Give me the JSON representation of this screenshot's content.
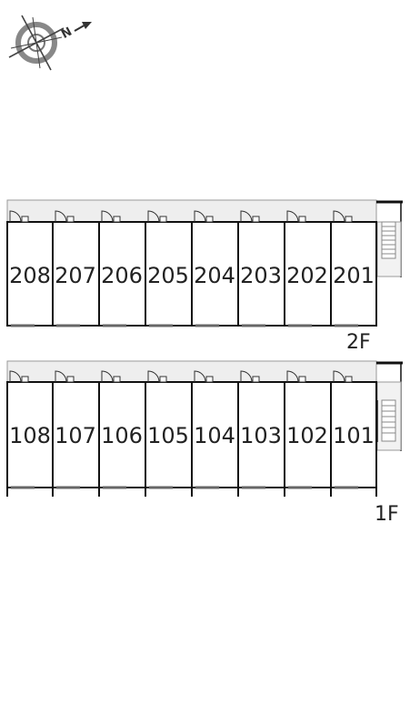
{
  "compass": {
    "icon": "north-compass-icon",
    "north_label": "N"
  },
  "floors": [
    {
      "id": "floor-2",
      "label": "2F",
      "units": [
        "208",
        "207",
        "206",
        "205",
        "204",
        "203",
        "202",
        "201"
      ],
      "stair": "stair-2f"
    },
    {
      "id": "floor-1",
      "label": "1F",
      "units": [
        "108",
        "107",
        "106",
        "105",
        "104",
        "103",
        "102",
        "101"
      ],
      "stair": "stair-1f"
    }
  ],
  "colors": {
    "line": "#111111",
    "corridor": "#eeeeee",
    "stair": "#cccccc",
    "text": "#222222"
  }
}
